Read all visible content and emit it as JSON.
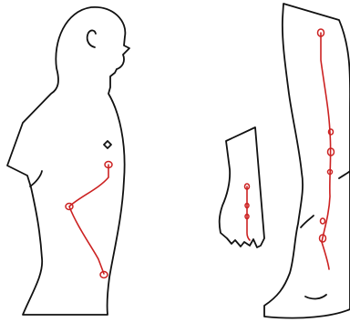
{
  "figure": {
    "panels": [
      "torso",
      "foot",
      "leg"
    ],
    "colors": {
      "outline": "#111111",
      "route": "#cc2222",
      "point": "#cc2222"
    }
  }
}
